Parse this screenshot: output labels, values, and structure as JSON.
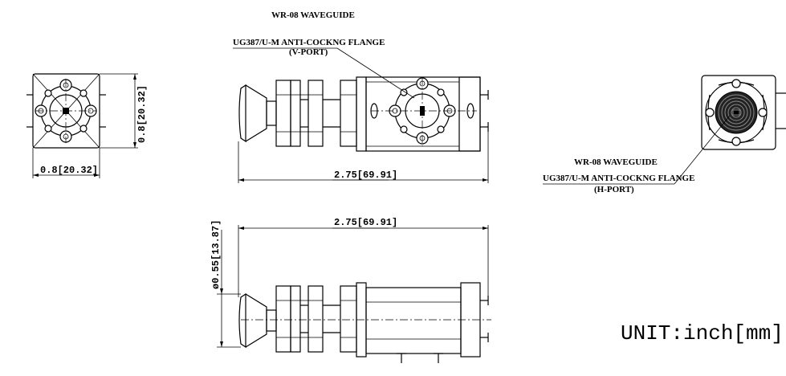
{
  "labels": {
    "vport": {
      "title": "WR-08 WAVEGUIDE",
      "flange": "UG387/U-M ANTI-COCKNG FLANGE",
      "port": "(V-PORT)"
    },
    "hport": {
      "title": "WR-08 WAVEGUIDE",
      "flange": "UG387/U-M ANTI-COCKNG FLANGE",
      "port": "(H-PORT)"
    }
  },
  "dimensions": {
    "front_height": "0.8[20.32]",
    "front_width": "0.8[20.32]",
    "side_length": "2.75[69.91]",
    "top_length": "2.75[69.91]",
    "diameter": "ø0.55[13.87]"
  },
  "unit": "UNIT:inch[mm]"
}
